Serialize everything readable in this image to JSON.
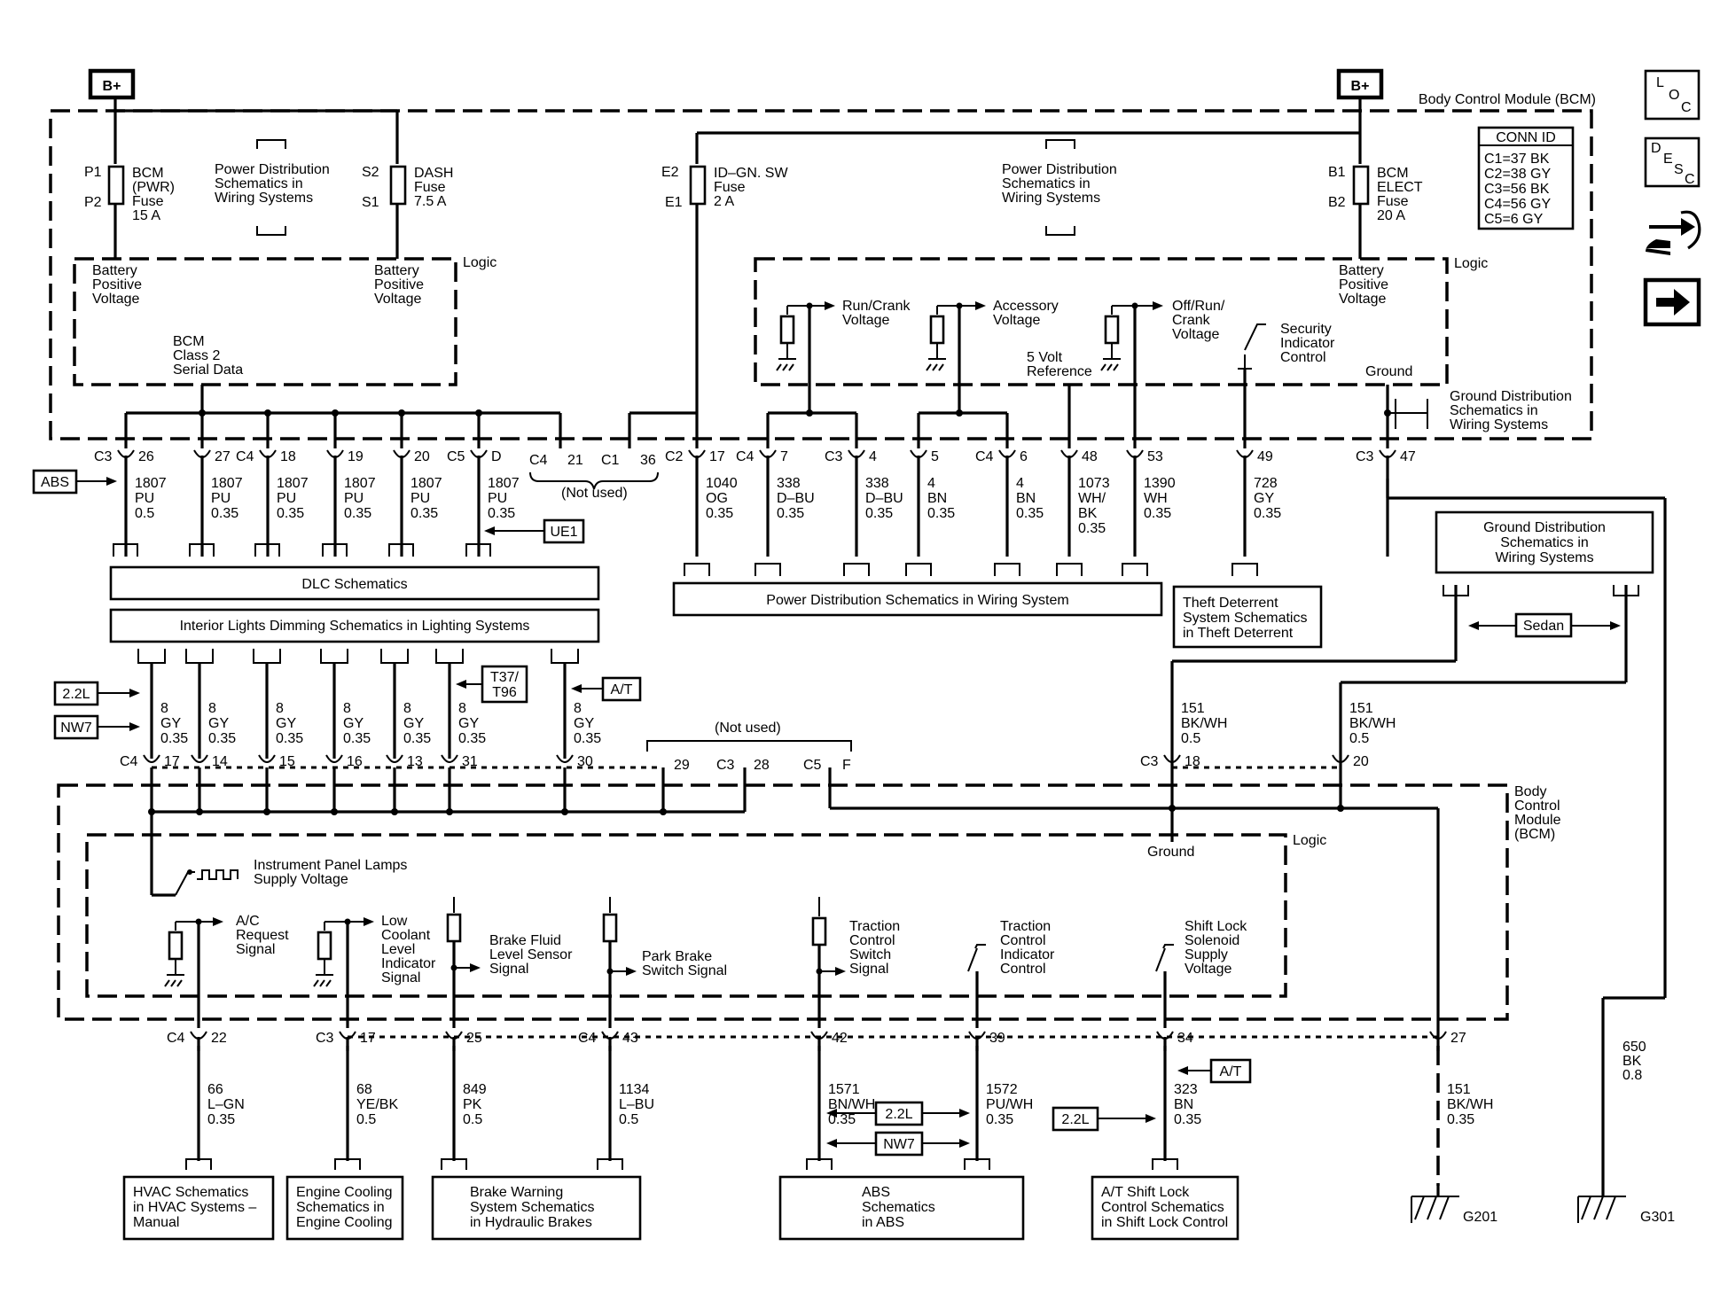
{
  "bplus": "B+",
  "top": {
    "module_title": "Body Control Module (BCM)",
    "conn_title": "CONN ID",
    "conn_rows": [
      "C1=37 BK",
      "C2=38 GY",
      "C3=56 BK",
      "C4=56 GY",
      "C5=6 GY"
    ],
    "fuse_bcm_pwr": {
      "pin_top": "P1",
      "pin_bot": "P2",
      "lines": [
        "BCM",
        "(PWR)",
        "Fuse",
        "15 A"
      ]
    },
    "fuse_dash": {
      "pin_top": "S2",
      "pin_bot": "S1",
      "lines": [
        "DASH",
        "Fuse",
        "7.5 A"
      ]
    },
    "fuse_idgn": {
      "pin_top": "E2",
      "pin_bot": "E1",
      "lines": [
        "ID–GN. SW",
        "Fuse",
        "2 A"
      ]
    },
    "fuse_bcm_elect": {
      "pin_top": "B1",
      "pin_bot": "B2",
      "lines": [
        "BCM",
        "ELECT",
        "Fuse",
        "20 A"
      ]
    },
    "pd_ref_left": [
      "Power Distribution",
      "Schematics in",
      "Wiring Systems"
    ],
    "pd_ref_right": [
      "Power Distribution",
      "Schematics in",
      "Wiring Systems"
    ],
    "logic": "Logic",
    "batt_v": [
      "Battery",
      "Positive",
      "Voltage"
    ],
    "class2": [
      "BCM",
      "Class 2",
      "Serial Data"
    ],
    "run_crank": [
      "Run/Crank",
      "Voltage"
    ],
    "accessory": [
      "Accessory",
      "Voltage"
    ],
    "off_run_crank": [
      "Off/Run/",
      "Crank",
      "Voltage"
    ],
    "five_volt": [
      "5 Volt",
      "Reference"
    ],
    "security": [
      "Security",
      "Indicator",
      "Control"
    ],
    "ground": "Ground",
    "gnd_dist": [
      "Ground Distribution",
      "Schematics in",
      "Wiring Systems"
    ]
  },
  "top_pins": [
    {
      "conn": "C3",
      "pin": "26",
      "circuit": [
        "1807",
        "PU",
        "0.5"
      ]
    },
    {
      "conn": "",
      "pin": "27",
      "circuit": [
        "1807",
        "PU",
        "0.35"
      ]
    },
    {
      "conn": "C4",
      "pin": "18",
      "circuit": [
        "1807",
        "PU",
        "0.35"
      ]
    },
    {
      "conn": "",
      "pin": "19",
      "circuit": [
        "1807",
        "PU",
        "0.35"
      ]
    },
    {
      "conn": "",
      "pin": "20",
      "circuit": [
        "1807",
        "PU",
        "0.35"
      ]
    },
    {
      "conn": "C5",
      "pin": "D",
      "circuit": [
        "1807",
        "PU",
        "0.35"
      ]
    },
    {
      "conn": "C2",
      "pin": "17",
      "circuit": [
        "1040",
        "OG",
        "0.35"
      ]
    },
    {
      "conn": "C4",
      "pin": "7",
      "circuit": [
        "338",
        "D–BU",
        "0.35"
      ]
    },
    {
      "conn": "C3",
      "pin": "4",
      "circuit": [
        "338",
        "D–BU",
        "0.35"
      ]
    },
    {
      "conn": "",
      "pin": "5",
      "circuit": [
        "4",
        "BN",
        "0.35"
      ]
    },
    {
      "conn": "C4",
      "pin": "6",
      "circuit": [
        "4",
        "BN",
        "0.35"
      ]
    },
    {
      "conn": "",
      "pin": "48",
      "circuit": [
        "1073",
        "WH/",
        "BK",
        "0.35"
      ]
    },
    {
      "conn": "",
      "pin": "53",
      "circuit": [
        "1390",
        "WH",
        "0.35"
      ]
    },
    {
      "conn": "",
      "pin": "49",
      "circuit": [
        "728",
        "GY",
        "0.35"
      ]
    },
    {
      "conn": "C3",
      "pin": "47",
      "circuit": []
    }
  ],
  "not_used_top": {
    "items": [
      "C4",
      "21",
      "C1",
      "36"
    ],
    "label": "(Not used)"
  },
  "opt": {
    "abs": "ABS",
    "ue1": "UE1",
    "l22": "2.2L",
    "nw7": "NW7",
    "t37": [
      "T37/",
      "T96"
    ],
    "at": "A/T",
    "sedan": "Sedan"
  },
  "refs": {
    "dlc": "DLC Schematics",
    "interior": "Interior Lights Dimming Schematics in Lighting Systems",
    "pdws": "Power Distribution Schematics in Wiring System",
    "theft": [
      "Theft Deterrent",
      "System Schematics",
      "in Theft Deterrent"
    ],
    "gnd_mid": [
      "Ground Distribution",
      "Schematics in",
      "Wiring Systems"
    ],
    "hvac": [
      "HVAC Schematics",
      "in HVAC Systems –",
      "Manual"
    ],
    "engine": [
      "Engine Cooling",
      "Schematics in",
      "Engine Cooling"
    ],
    "brake": [
      "Brake Warning",
      "System Schematics",
      "in Hydraulic Brakes"
    ],
    "abs": [
      "ABS",
      "Schematics",
      "in ABS"
    ],
    "shift": [
      "A/T Shift Lock",
      "Control Schematics",
      "in Shift Lock Control"
    ]
  },
  "mid_pins": [
    {
      "conn": "C4",
      "pin": "17",
      "circuit": [
        "8",
        "GY",
        "0.35"
      ]
    },
    {
      "conn": "",
      "pin": "14",
      "circuit": [
        "8",
        "GY",
        "0.35"
      ]
    },
    {
      "conn": "",
      "pin": "15",
      "circuit": [
        "8",
        "GY",
        "0.35"
      ]
    },
    {
      "conn": "",
      "pin": "16",
      "circuit": [
        "8",
        "GY",
        "0.35"
      ]
    },
    {
      "conn": "",
      "pin": "13",
      "circuit": [
        "8",
        "GY",
        "0.35"
      ]
    },
    {
      "conn": "",
      "pin": "31",
      "circuit": [
        "8",
        "GY",
        "0.35"
      ]
    },
    {
      "conn": "",
      "pin": "30",
      "circuit": [
        "8",
        "GY",
        "0.35"
      ]
    },
    {
      "conn": "C3",
      "pin": "18",
      "circuit": [
        "151",
        "BK/WH",
        "0.5"
      ]
    },
    {
      "conn": "",
      "pin": "20",
      "circuit": [
        "151",
        "BK/WH",
        "0.5"
      ]
    }
  ],
  "not_used_mid": {
    "label": "(Not used)",
    "items": [
      "29",
      "C3",
      "28",
      "C5",
      "F"
    ]
  },
  "bottom": {
    "module_title": [
      "Body",
      "Control",
      "Module",
      "(BCM)"
    ],
    "logic": "Logic",
    "ground": "Ground",
    "ip_lamps": [
      "Instrument Panel Lamps",
      "Supply Voltage"
    ],
    "ac_request": [
      "A/C",
      "Request",
      "Signal"
    ],
    "low_coolant": [
      "Low",
      "Coolant",
      "Level",
      "Indicator",
      "Signal"
    ],
    "brake_fluid": [
      "Brake Fluid",
      "Level Sensor",
      "Signal"
    ],
    "park_brake": [
      "Park Brake",
      "Switch Signal"
    ],
    "traction_switch": [
      "Traction",
      "Control",
      "Switch",
      "Signal"
    ],
    "traction_ind": [
      "Traction",
      "Control",
      "Indicator",
      "Control"
    ],
    "shift_lock": [
      "Shift Lock",
      "Solenoid",
      "Supply",
      "Voltage"
    ]
  },
  "bot_pins": [
    {
      "conn": "C4",
      "pin": "22",
      "circuit": [
        "66",
        "L–GN",
        "0.35"
      ]
    },
    {
      "conn": "C3",
      "pin": "17",
      "circuit": [
        "68",
        "YE/BK",
        "0.5"
      ]
    },
    {
      "conn": "",
      "pin": "25",
      "circuit": [
        "849",
        "PK",
        "0.5"
      ]
    },
    {
      "conn": "C4",
      "pin": "43",
      "circuit": [
        "1134",
        "L–BU",
        "0.5"
      ]
    },
    {
      "conn": "",
      "pin": "42",
      "circuit": [
        "1571",
        "BN/WH",
        "0.35"
      ]
    },
    {
      "conn": "",
      "pin": "39",
      "circuit": [
        "1572",
        "PU/WH",
        "0.35"
      ]
    },
    {
      "conn": "",
      "pin": "34",
      "circuit": [
        "323",
        "BN",
        "0.35"
      ]
    },
    {
      "conn": "",
      "pin": "27",
      "circuit": [
        "151",
        "BK/WH",
        "0.35"
      ]
    }
  ],
  "g650": [
    "650",
    "BK",
    "0.8"
  ],
  "grounds": [
    "G201",
    "G301"
  ],
  "side_icons": {
    "loc": [
      "L",
      "O",
      "C"
    ],
    "desc": [
      "D",
      "E",
      "S",
      "C"
    ]
  }
}
